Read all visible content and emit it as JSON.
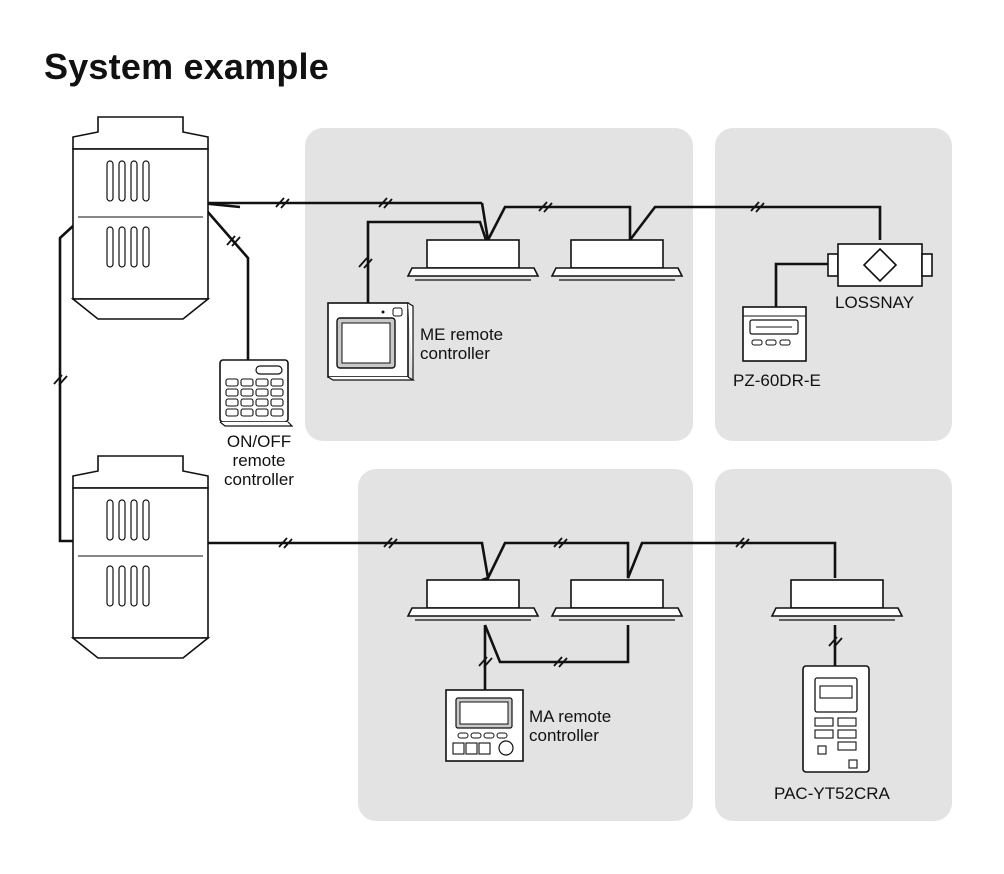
{
  "title": "System example",
  "labels": {
    "on_off_remote": [
      "ON/OFF",
      "remote",
      "controller"
    ],
    "me_remote": [
      "ME remote",
      "controller"
    ],
    "lossnay": "LOSSNAY",
    "pz60": "PZ-60DR-E",
    "ma_remote": [
      "MA remote",
      "controller"
    ],
    "pac": "PAC-YT52CRA"
  },
  "colors": {
    "panel": "#e3e3e3",
    "line": "#111111",
    "unit_fill": "#ffffff",
    "screen": "#c9c9c9"
  }
}
